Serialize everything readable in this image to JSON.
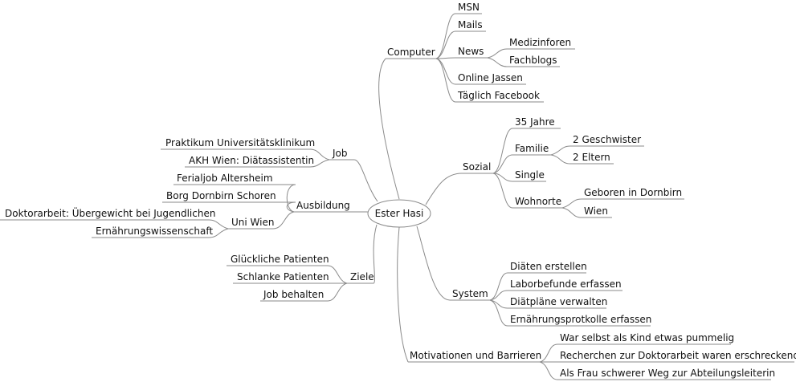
{
  "root": "Ester Hasi",
  "branches": {
    "computer": {
      "label": "Computer",
      "items": [
        "MSN",
        "Mails",
        "News",
        "Online Jassen",
        "Täglich Facebook"
      ],
      "news_children": [
        "Medizinforen",
        "Fachblogs"
      ]
    },
    "sozial": {
      "label": "Sozial",
      "items": [
        "35 Jahre",
        "Familie",
        "Single",
        "Wohnorte"
      ],
      "familie_children": [
        "2 Geschwister",
        "2 Eltern"
      ],
      "wohnorte_children": [
        "Geboren in Dornbirn",
        "Wien"
      ]
    },
    "system": {
      "label": "System",
      "items": [
        "Diäten erstellen",
        "Laborbefunde erfassen",
        "Diätpläne verwalten",
        "Ernährungsprotkolle erfassen"
      ]
    },
    "motivationen": {
      "label": "Motivationen und Barrieren",
      "items": [
        "War selbst als Kind etwas pummelig",
        "Recherchen zur Doktorarbeit waren erschreckend",
        "Als Frau schwerer Weg zur Abteilungsleiterin"
      ]
    },
    "job": {
      "label": "Job",
      "items": [
        "Praktikum Universitätsklinikum",
        "AKH Wien: Diätassistentin"
      ]
    },
    "ausbildung": {
      "label": "Ausbildung",
      "items": [
        "Ferialjob Altersheim",
        "Borg Dornbirn Schoren",
        "Uni Wien"
      ],
      "uni_children": [
        "Doktorarbeit: Übergewicht bei Jugendlichen",
        "Ernährungswissenschaft"
      ]
    },
    "ziele": {
      "label": "Ziele",
      "items": [
        "Glückliche Patienten",
        "Schlanke Patienten",
        "Job behalten"
      ]
    }
  }
}
